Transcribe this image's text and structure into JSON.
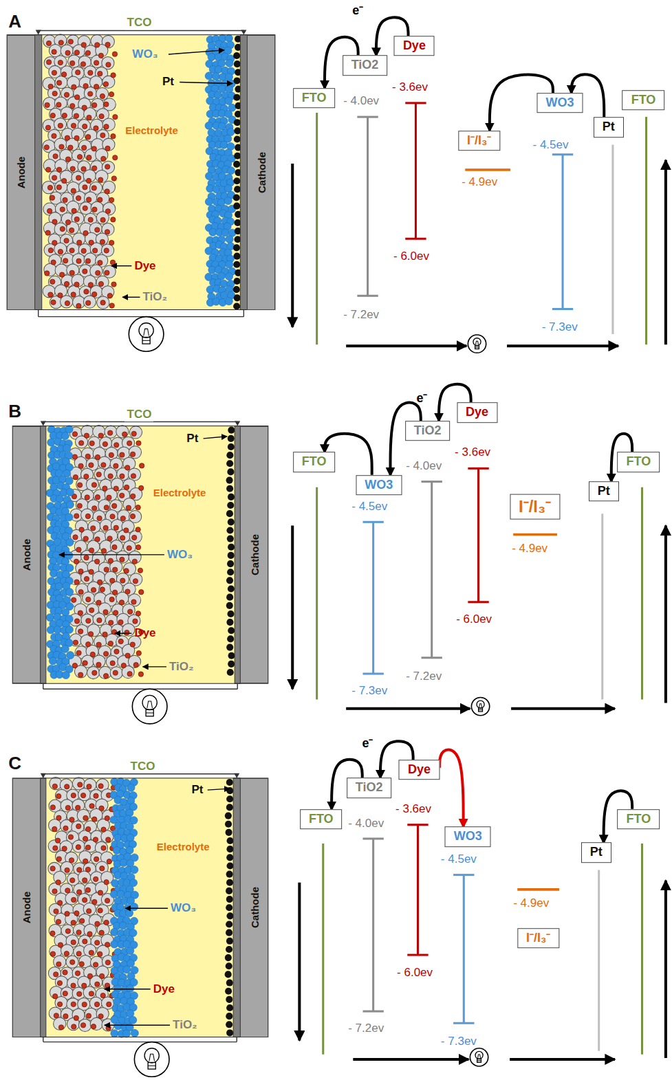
{
  "diagram": {
    "nodes": [
      {
        "text": [
          "Anode"
        ]
      },
      {
        "text": [
          "Cathode"
        ]
      },
      {
        "text": [
          "FTO"
        ]
      },
      {
        "text": [
          "TiO2"
        ]
      },
      {
        "text": [
          "Dye"
        ]
      },
      {
        "text": [
          "I⁻/I₃⁻"
        ]
      },
      {
        "text": [
          "WO3"
        ]
      },
      {
        "text": [
          "Pt"
        ]
      },
      {
        "text": [
          "FTO"
        ]
      },
      {
        "text": [
          "Anode"
        ]
      },
      {
        "text": [
          "Cathode"
        ]
      },
      {
        "text": [
          "FTO"
        ]
      },
      {
        "text": [
          "WO3"
        ]
      },
      {
        "text": [
          "TiO2"
        ]
      },
      {
        "text": [
          "Dye"
        ]
      },
      {
        "text": [
          "I⁻/I₃⁻"
        ]
      },
      {
        "text": [
          "Pt"
        ]
      },
      {
        "text": [
          "FTO"
        ]
      },
      {
        "text": [
          "Anode"
        ]
      },
      {
        "text": [
          "Cathode"
        ]
      },
      {
        "text": [
          "FTO"
        ]
      },
      {
        "text": [
          "TiO2"
        ]
      },
      {
        "text": [
          "Dye"
        ]
      },
      {
        "text": [
          "WO3"
        ]
      },
      {
        "text": [
          "I⁻/I₃⁻"
        ]
      },
      {
        "text": [
          "Pt"
        ]
      },
      {
        "text": [
          "FTO"
        ]
      }
    ],
    "edges": [
      {
        "from": 4,
        "to": 3,
        "arrow": "to",
        "label": "e⁻"
      },
      {
        "from": 3,
        "to": 2,
        "arrow": "to"
      },
      {
        "from": 6,
        "to": 5,
        "arrow": "to"
      },
      {
        "from": 7,
        "to": 6,
        "arrow": "to"
      },
      {
        "from": 14,
        "to": 13,
        "arrow": "to",
        "label": "e⁻"
      },
      {
        "from": 13,
        "to": 12,
        "arrow": "to"
      },
      {
        "from": 12,
        "to": 11,
        "arrow": "to"
      },
      {
        "from": 17,
        "to": 16,
        "arrow": "to"
      },
      {
        "from": 22,
        "to": 21,
        "arrow": "to",
        "label": "e⁻"
      },
      {
        "from": 21,
        "to": 20,
        "arrow": "to"
      },
      {
        "from": 22,
        "to": 23,
        "arrow": "to"
      },
      {
        "from": 26,
        "to": 25,
        "arrow": "to"
      }
    ],
    "labels": [
      "A",
      "TCO",
      "WO₃",
      "Pt",
      "Electrolyte",
      "Dye",
      "TiO₂",
      "- 4.0ev",
      "- 3.6ev",
      "- 4.9ev",
      "- 4.5ev",
      "- 6.0ev",
      "- 7.2ev",
      "- 7.3ev",
      "B",
      "TCO",
      "Pt",
      "Electrolyte",
      "WO₃",
      "Dye",
      "TiO₂",
      "- 4.5ev",
      "- 4.0ev",
      "- 3.6ev",
      "- 4.9ev",
      "- 7.3ev",
      "- 7.2ev",
      "- 6.0ev",
      "C",
      "TCO",
      "Pt",
      "Electrolyte",
      "WO₃",
      "Dye",
      "TiO₂",
      "- 3.6ev",
      "- 4.0ev",
      "- 4.5ev",
      "- 4.9ev",
      "- 6.0ev",
      "- 7.2ev",
      "- 7.3ev"
    ]
  }
}
